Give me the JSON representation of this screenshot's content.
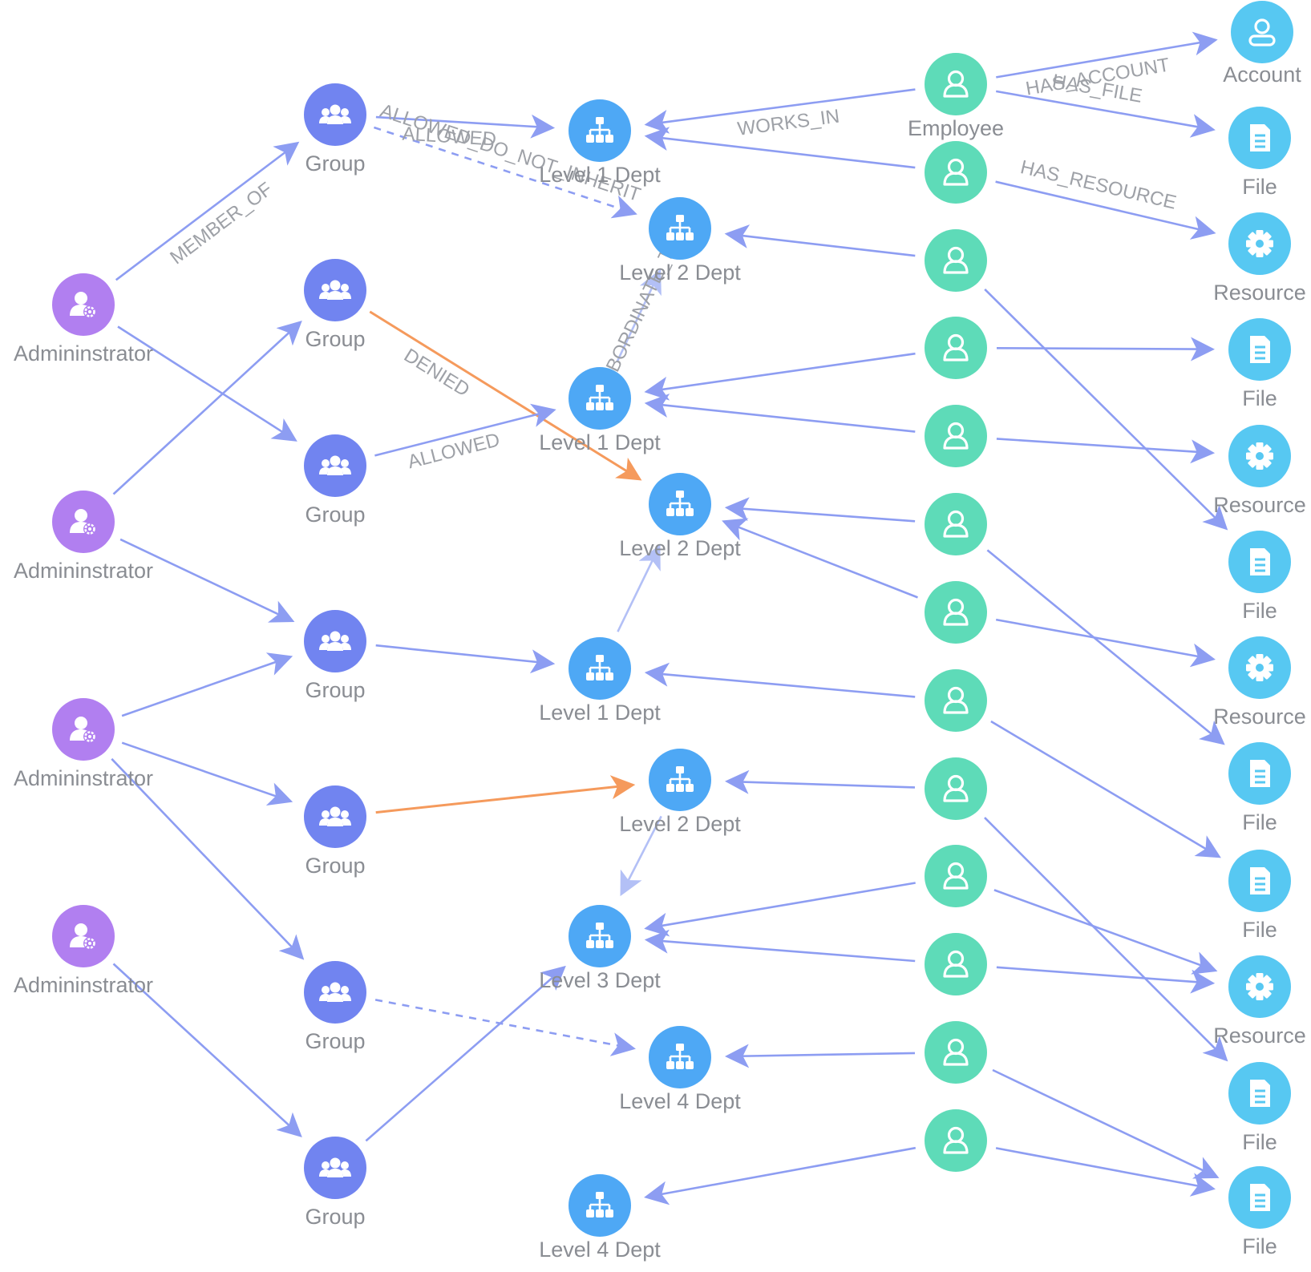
{
  "colors": {
    "admin": "#b17ff0",
    "group": "#7184f0",
    "dept": "#4ea8f5",
    "employee": "#5edbb8",
    "target": "#57c8f2",
    "edge": "#8d9df2",
    "edge_light": "#b3c0f6",
    "denied": "#f59a5c"
  },
  "labels": {
    "admin": "Admininstrator",
    "group": "Group",
    "dept1": "Level 1 Dept",
    "dept2": "Level 2 Dept",
    "dept3": "Level 3 Dept",
    "dept4": "Level 4 Dept",
    "employee": "Employee",
    "account": "Account",
    "file": "File",
    "resource": "Resource"
  },
  "edge_labels": {
    "member_of": "MEMBER_OF",
    "allowed": "ALLOWED",
    "allowed_do_not_inherit": "ALLOWED_DO_NOT_INHERIT",
    "denied": "DENIED",
    "subordinate_to": "SUBORDINATE_TO",
    "works_in": "WORKS_IN",
    "has_account": "HAS_ACCOUNT",
    "has_file": "HAS_FILE",
    "has_resource": "HAS_RESOURCE"
  },
  "icons": {
    "admin": "admin-user-gear-icon",
    "group": "group-people-icon",
    "dept": "org-chart-icon",
    "employee": "user-outline-icon",
    "account": "account-icon",
    "file": "file-document-icon",
    "resource": "gear-icon"
  },
  "nodes": [
    {
      "id": "a1",
      "type": "admin",
      "label": "Admininstrator"
    },
    {
      "id": "a2",
      "type": "admin",
      "label": "Admininstrator"
    },
    {
      "id": "a3",
      "type": "admin",
      "label": "Admininstrator"
    },
    {
      "id": "a4",
      "type": "admin",
      "label": "Admininstrator"
    },
    {
      "id": "g1",
      "type": "group",
      "label": "Group"
    },
    {
      "id": "g2",
      "type": "group",
      "label": "Group"
    },
    {
      "id": "g3",
      "type": "group",
      "label": "Group"
    },
    {
      "id": "g4",
      "type": "group",
      "label": "Group"
    },
    {
      "id": "g5",
      "type": "group",
      "label": "Group"
    },
    {
      "id": "g6",
      "type": "group",
      "label": "Group"
    },
    {
      "id": "g7",
      "type": "group",
      "label": "Group"
    },
    {
      "id": "d1a",
      "type": "dept",
      "label": "Level 1 Dept"
    },
    {
      "id": "d2a",
      "type": "dept",
      "label": "Level 2 Dept"
    },
    {
      "id": "d1b",
      "type": "dept",
      "label": "Level 1 Dept"
    },
    {
      "id": "d2b",
      "type": "dept",
      "label": "Level 2 Dept"
    },
    {
      "id": "d1c",
      "type": "dept",
      "label": "Level 1 Dept"
    },
    {
      "id": "d2c",
      "type": "dept",
      "label": "Level 2 Dept"
    },
    {
      "id": "d3",
      "type": "dept",
      "label": "Level 3 Dept"
    },
    {
      "id": "d4a",
      "type": "dept",
      "label": "Level 4 Dept"
    },
    {
      "id": "d4b",
      "type": "dept",
      "label": "Level 4 Dept"
    },
    {
      "id": "e1",
      "type": "employee",
      "label": "Employee"
    },
    {
      "id": "e2",
      "type": "employee",
      "label": ""
    },
    {
      "id": "e3",
      "type": "employee",
      "label": ""
    },
    {
      "id": "e4",
      "type": "employee",
      "label": ""
    },
    {
      "id": "e5",
      "type": "employee",
      "label": ""
    },
    {
      "id": "e6",
      "type": "employee",
      "label": ""
    },
    {
      "id": "e7",
      "type": "employee",
      "label": ""
    },
    {
      "id": "e8",
      "type": "employee",
      "label": ""
    },
    {
      "id": "e9",
      "type": "employee",
      "label": ""
    },
    {
      "id": "e10",
      "type": "employee",
      "label": ""
    },
    {
      "id": "e11",
      "type": "employee",
      "label": ""
    },
    {
      "id": "e12",
      "type": "employee",
      "label": ""
    },
    {
      "id": "e13",
      "type": "employee",
      "label": ""
    },
    {
      "id": "t1",
      "type": "account",
      "label": "Account"
    },
    {
      "id": "t2",
      "type": "file",
      "label": "File"
    },
    {
      "id": "t3",
      "type": "resource",
      "label": "Resource"
    },
    {
      "id": "t4",
      "type": "file",
      "label": "File"
    },
    {
      "id": "t5",
      "type": "resource",
      "label": "Resource"
    },
    {
      "id": "t6",
      "type": "file",
      "label": "File"
    },
    {
      "id": "t7",
      "type": "resource",
      "label": "Resource"
    },
    {
      "id": "t8",
      "type": "file",
      "label": "File"
    },
    {
      "id": "t9",
      "type": "file",
      "label": "File"
    },
    {
      "id": "t10",
      "type": "resource",
      "label": "Resource"
    },
    {
      "id": "t11",
      "type": "file",
      "label": "File"
    },
    {
      "id": "t12",
      "type": "file",
      "label": "File"
    }
  ],
  "edges": [
    {
      "from": "a1",
      "to": "g1",
      "style": "solid",
      "label": "MEMBER_OF"
    },
    {
      "from": "a1",
      "to": "g3",
      "style": "solid",
      "label": ""
    },
    {
      "from": "a2",
      "to": "g2",
      "style": "solid",
      "label": ""
    },
    {
      "from": "a2",
      "to": "g4",
      "style": "solid",
      "label": ""
    },
    {
      "from": "a3",
      "to": "g4",
      "style": "solid",
      "label": ""
    },
    {
      "from": "a3",
      "to": "g5",
      "style": "solid",
      "label": ""
    },
    {
      "from": "a3",
      "to": "g6",
      "style": "solid",
      "label": ""
    },
    {
      "from": "a4",
      "to": "g7",
      "style": "solid",
      "label": ""
    },
    {
      "from": "g1",
      "to": "d1a",
      "style": "solid",
      "label": "ALLOWED"
    },
    {
      "from": "g1",
      "to": "d2a",
      "style": "dashed",
      "label": "ALLOWED_DO_NOT_INHERIT"
    },
    {
      "from": "g2",
      "to": "d2b",
      "style": "denied",
      "label": "DENIED"
    },
    {
      "from": "g3",
      "to": "d1b",
      "style": "solid",
      "label": "ALLOWED"
    },
    {
      "from": "g4",
      "to": "d1c",
      "style": "solid",
      "label": ""
    },
    {
      "from": "g5",
      "to": "d2c",
      "style": "denied",
      "label": ""
    },
    {
      "from": "g6",
      "to": "d4a",
      "style": "dashed",
      "label": ""
    },
    {
      "from": "g7",
      "to": "d3",
      "style": "solid",
      "label": ""
    },
    {
      "from": "d1b",
      "to": "d2a",
      "style": "light",
      "label": "SUBORDINATE_TO"
    },
    {
      "from": "d1c",
      "to": "d2b",
      "style": "light",
      "label": ""
    },
    {
      "from": "d2c",
      "to": "d3",
      "style": "light",
      "label": ""
    },
    {
      "from": "e1",
      "to": "d1a",
      "style": "solid",
      "label": "WORKS_IN"
    },
    {
      "from": "e2",
      "to": "d1a",
      "style": "solid",
      "label": ""
    },
    {
      "from": "e3",
      "to": "d2a",
      "style": "solid",
      "label": ""
    },
    {
      "from": "e4",
      "to": "d1b",
      "style": "solid",
      "label": ""
    },
    {
      "from": "e5",
      "to": "d1b",
      "style": "solid",
      "label": ""
    },
    {
      "from": "e6",
      "to": "d2b",
      "style": "solid",
      "label": ""
    },
    {
      "from": "e7",
      "to": "d2b",
      "style": "solid",
      "label": ""
    },
    {
      "from": "e8",
      "to": "d1c",
      "style": "solid",
      "label": ""
    },
    {
      "from": "e9",
      "to": "d2c",
      "style": "solid",
      "label": ""
    },
    {
      "from": "e10",
      "to": "d3",
      "style": "solid",
      "label": ""
    },
    {
      "from": "e11",
      "to": "d3",
      "style": "solid",
      "label": ""
    },
    {
      "from": "e12",
      "to": "d4a",
      "style": "solid",
      "label": ""
    },
    {
      "from": "e13",
      "to": "d4b",
      "style": "solid",
      "label": ""
    },
    {
      "from": "e1",
      "to": "t1",
      "style": "solid",
      "label": "HAS_ACCOUNT"
    },
    {
      "from": "e1",
      "to": "t2",
      "style": "solid",
      "label": "HAS_FILE"
    },
    {
      "from": "e2",
      "to": "t3",
      "style": "solid",
      "label": "HAS_RESOURCE"
    },
    {
      "from": "e3",
      "to": "t6",
      "style": "solid",
      "label": ""
    },
    {
      "from": "e4",
      "to": "t4",
      "style": "solid",
      "label": ""
    },
    {
      "from": "e5",
      "to": "t5",
      "style": "solid",
      "label": ""
    },
    {
      "from": "e6",
      "to": "t8",
      "style": "solid",
      "label": ""
    },
    {
      "from": "e7",
      "to": "t7",
      "style": "solid",
      "label": ""
    },
    {
      "from": "e8",
      "to": "t9",
      "style": "solid",
      "label": ""
    },
    {
      "from": "e9",
      "to": "t11",
      "style": "solid",
      "label": ""
    },
    {
      "from": "e10",
      "to": "t10",
      "style": "solid",
      "label": ""
    },
    {
      "from": "e11",
      "to": "t10",
      "style": "solid",
      "label": ""
    },
    {
      "from": "e12",
      "to": "t12",
      "style": "solid",
      "label": ""
    },
    {
      "from": "e13",
      "to": "t12",
      "style": "solid",
      "label": ""
    }
  ]
}
